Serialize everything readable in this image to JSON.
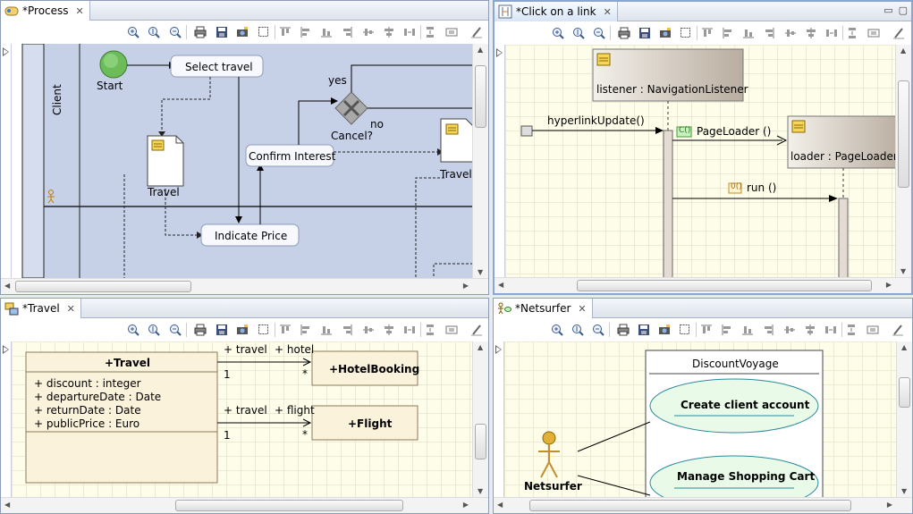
{
  "panels": {
    "process": {
      "tab": "*Process",
      "lane": "Client",
      "start": "Start",
      "select_travel": "Select travel",
      "travel_doc": "Travel",
      "confirm_interest": "Confirm Interest",
      "indicate_price": "Indicate Price",
      "cancel": "Cancel?",
      "yes": "yes",
      "no": "no",
      "travel_doc2": "Travel"
    },
    "click": {
      "tab": "*Click on a link",
      "listener": "listener : NavigationListener",
      "loader": "loader : PageLoader",
      "msg1": "hyperlinkUpdate()",
      "msg2": "PageLoader ()",
      "msg2_tag": "C()",
      "msg3": "run ()",
      "msg3_tag": "0()"
    },
    "travel": {
      "tab": "*Travel",
      "class_name": "+Travel",
      "attributes": [
        "+ discount : integer",
        "+ departureDate : Date",
        "+ returnDate : Date",
        "+ publicPrice : Euro"
      ],
      "hotel": "+HotelBooking",
      "flight": "+Flight",
      "r1_src": "+ travel",
      "r1_dst": "+ hotel",
      "r2_src": "+ travel",
      "r2_dst": "+ flight",
      "mult_one": "1",
      "mult_many": "*"
    },
    "netsurfer": {
      "tab": "*Netsurfer",
      "system": "DiscountVoyage",
      "uc1": "Create client account",
      "uc2": "Manage Shopping Cart",
      "actor": "Netsurfer"
    }
  },
  "toolbar_icons": [
    "zoom-in-icon",
    "zoom-fit-icon",
    "zoom-out-icon",
    "print-icon",
    "save-icon",
    "camera-icon",
    "select-icon",
    "align-top-icon",
    "align-left-icon",
    "align-bottom-icon",
    "align-right-icon",
    "align-middle-icon",
    "align-center-icon",
    "distribute-icon",
    "distribute-v-icon",
    "size-icon",
    "brush-icon"
  ],
  "colors": {
    "lane": "#c9d3e6",
    "node": "#f7f9ff",
    "class": "#fbf2dc",
    "usecase": "#e9fbe8",
    "lifeline": "#d8d0c4"
  }
}
